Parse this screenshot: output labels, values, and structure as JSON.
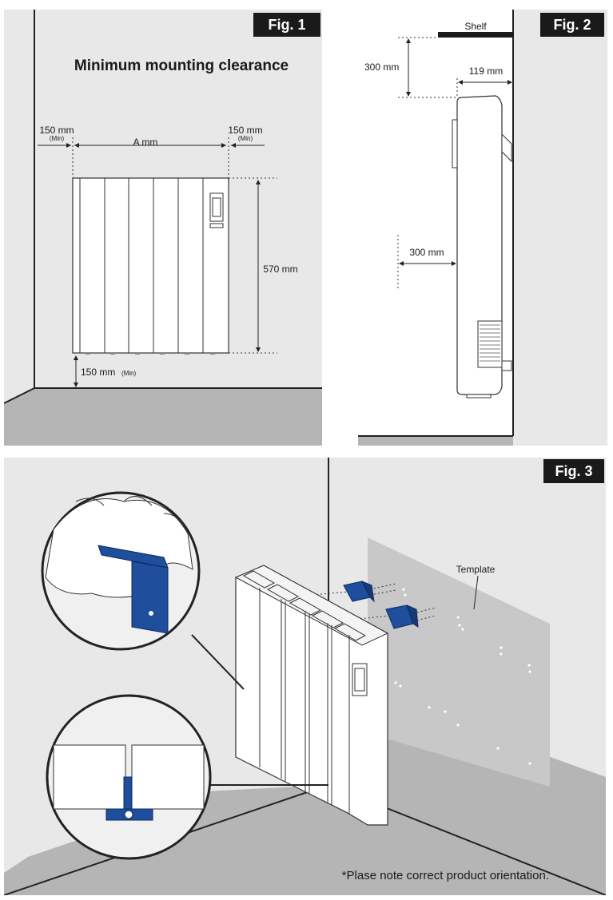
{
  "fig1": {
    "badge": "Fig. 1",
    "title": "Minimum mounting clearance",
    "left_clearance": "150 mm",
    "left_min": "(Min)",
    "width_label": "A mm",
    "right_clearance": "150 mm",
    "right_min": "(Min)",
    "height_label": "570 mm",
    "floor_clearance": "150 mm",
    "floor_min": "(Min)"
  },
  "fig2": {
    "badge": "Fig. 2",
    "shelf_label": "Shelf",
    "shelf_clearance": "300 mm",
    "depth_label": "119 mm",
    "front_clearance": "300 mm"
  },
  "fig3": {
    "badge": "Fig. 3",
    "template_label": "Template",
    "note": "*Plase note correct product orientation."
  },
  "colors": {
    "wall": "#e8e8e8",
    "floor": "#b5b5b5",
    "bracket_blue": "#1f4e9c",
    "badge_bg": "#1a1a1a",
    "template_grey": "#c8c8c8"
  }
}
